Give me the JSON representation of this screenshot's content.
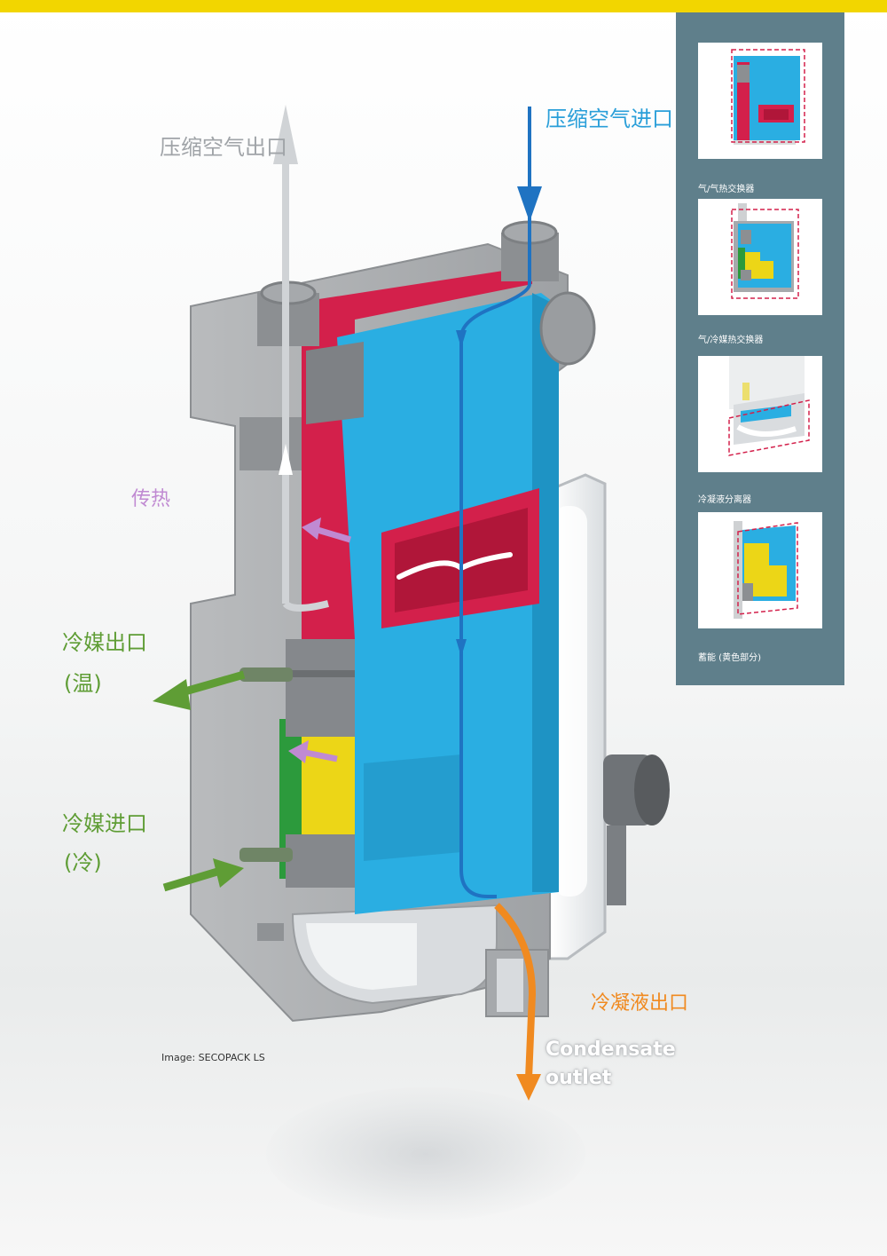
{
  "labels": {
    "air_outlet": "压缩空气出口",
    "air_inlet": "压缩空气进口",
    "heat_transfer": "传热",
    "refrigerant_outlet": "冷媒出口",
    "refrigerant_outlet_note": "(温)",
    "refrigerant_inlet": "冷媒进口",
    "refrigerant_inlet_note": "(冷)",
    "condensate_outlet_cn": "冷凝液出口",
    "condensate_outlet_en_1": "Condensate",
    "condensate_outlet_en_2": "outlet",
    "image_credit": "Image: SECOPACK LS"
  },
  "side_panel": {
    "items": [
      {
        "caption": "气/气热交换器"
      },
      {
        "caption": "气/冷媒热交换器"
      },
      {
        "caption": "冷凝液分离器"
      },
      {
        "caption": "蓄能 (黄色部分)"
      }
    ]
  },
  "colors": {
    "accent_yellow": "#f2d600",
    "panel": "#5f7f8b",
    "housing_gray": "#a9abad",
    "exchanger_blue": "#2aaee2",
    "hot_red": "#d3204b",
    "storage_yellow": "#ecd617",
    "refrigerant_green": "#2c9a3c",
    "air_inlet_blue": "#1f73c2",
    "air_outlet_gray": "#a0a4a8",
    "heat_violet": "#c08ad2",
    "arrow_green": "#5f9d35",
    "condensate_orange": "#f08a20"
  }
}
